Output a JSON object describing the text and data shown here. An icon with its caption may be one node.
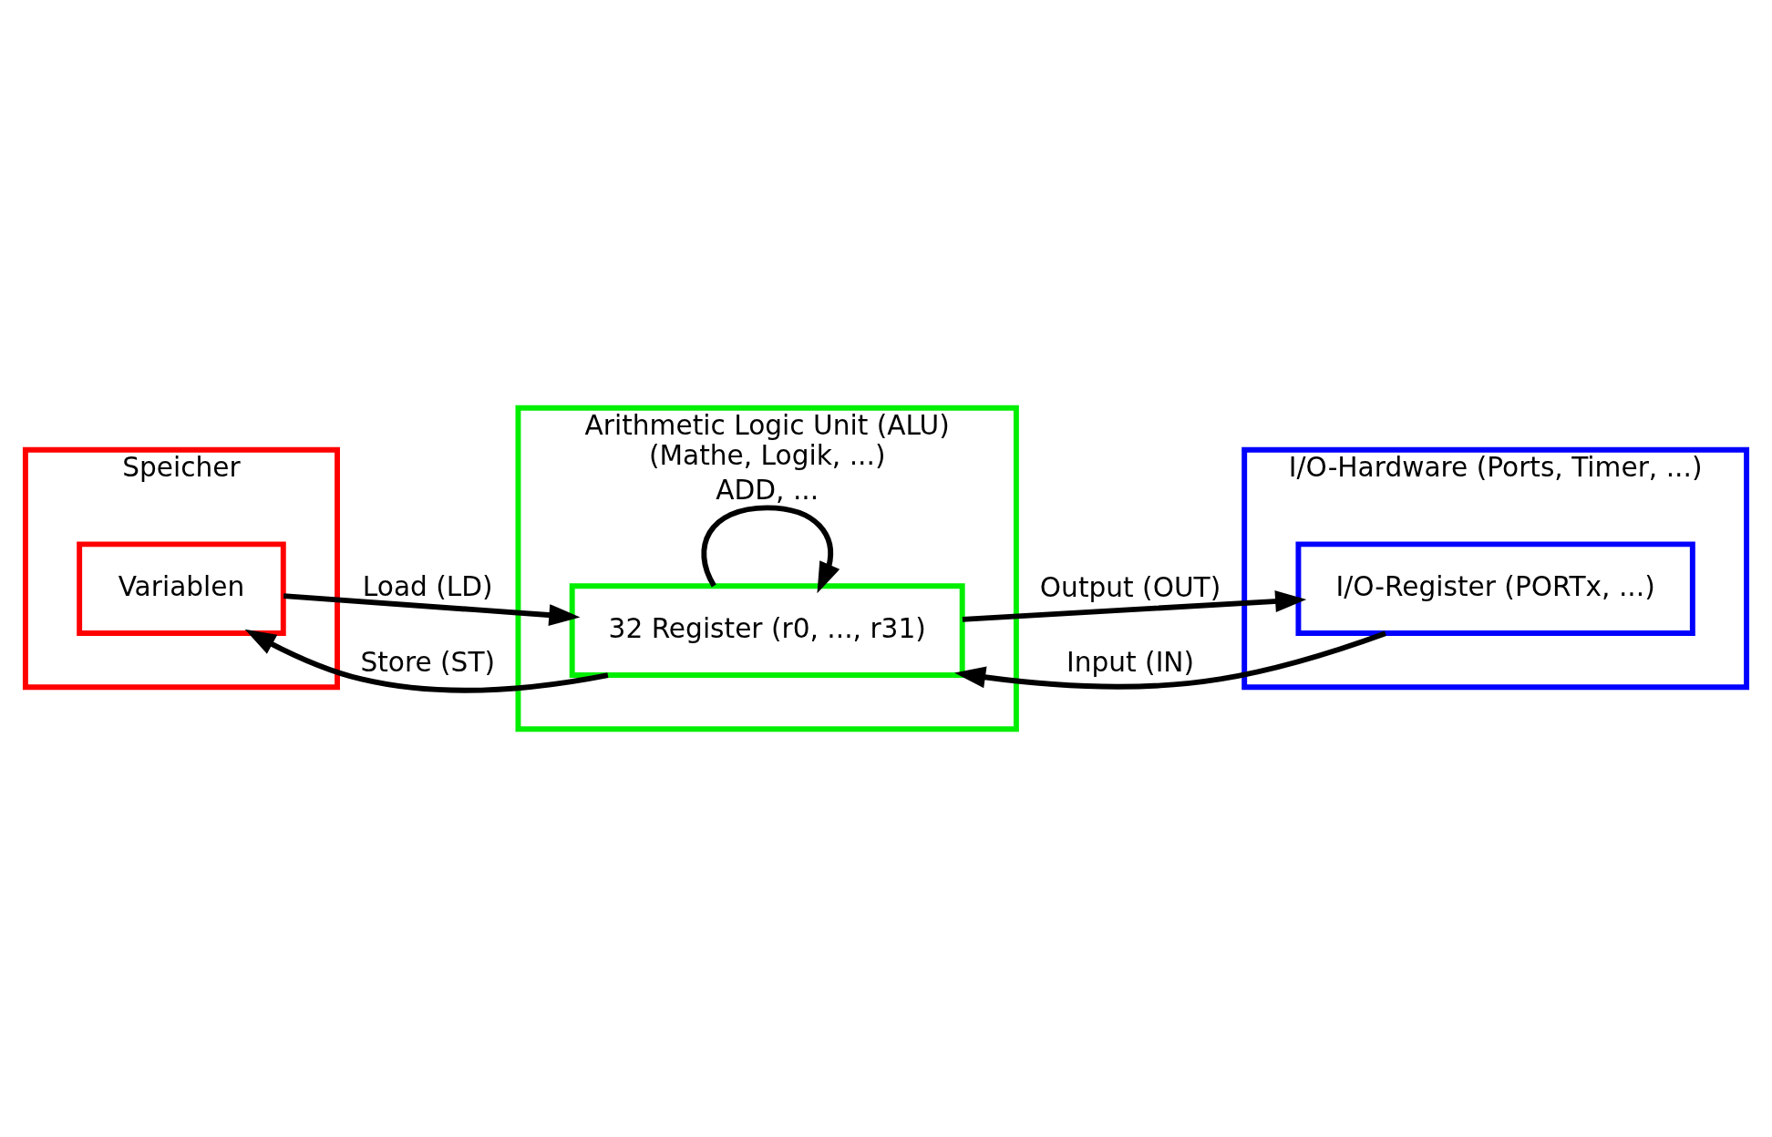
{
  "diagram": {
    "nodes": [
      {
        "text": [
          "Speicher"
        ]
      },
      {
        "text": [
          "Variablen"
        ],
        "in": 0
      },
      {
        "text": [
          "Arithmetic Logic Unit (ALU) (Mathe, Logik, ...)"
        ]
      },
      {
        "text": [
          "32 Register (r0, ..., r31)"
        ],
        "in": 2
      },
      {
        "text": [
          "I/O-Hardware (Ports, Timer, ...)"
        ]
      },
      {
        "text": [
          "I/O-Register (PORTx, ...)"
        ],
        "in": 4
      }
    ],
    "edges": [
      {
        "from": 3,
        "to": 3,
        "arrow": "to",
        "label": "ADD, ..."
      },
      {
        "from": 3,
        "to": 1,
        "arrow": "to",
        "label": "Store (ST)"
      },
      {
        "from": 5,
        "to": 3,
        "arrow": "to",
        "label": "Input (IN)"
      },
      {
        "from": 1,
        "to": 3,
        "arrow": "to",
        "label": "Load (LD)"
      },
      {
        "from": 3,
        "to": 5,
        "arrow": "to",
        "label": "Output (OUT)"
      }
    ]
  }
}
